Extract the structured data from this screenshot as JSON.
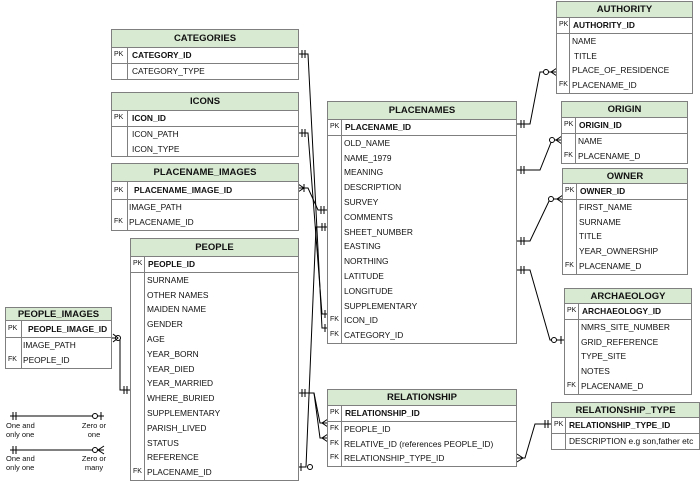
{
  "entities": {
    "categories": {
      "title": "CATEGORIES",
      "rows": [
        {
          "key": "PK",
          "field": "CATEGORY_ID",
          "pk": true
        },
        {
          "key": "",
          "field": "CATEGORY_TYPE"
        }
      ]
    },
    "icons": {
      "title": "ICONS",
      "rows": [
        {
          "key": "PK",
          "field": "ICON_ID",
          "pk": true
        },
        {
          "key": "",
          "field": "ICON_PATH"
        },
        {
          "key": "",
          "field": "ICON_TYPE"
        }
      ]
    },
    "placename_images": {
      "title": "PLACENAME_IMAGES",
      "rows": [
        {
          "key": "PK",
          "field": "PLACENAME_IMAGE_ID",
          "pk": true
        },
        {
          "key": "",
          "field": "IMAGE_PATH"
        },
        {
          "key": "FK",
          "field": "PLACENAME_ID"
        }
      ]
    },
    "people": {
      "title": "PEOPLE",
      "rows": [
        {
          "key": "PK",
          "field": "PEOPLE_ID",
          "pk": true
        },
        {
          "key": "",
          "field": "SURNAME"
        },
        {
          "key": "",
          "field": "OTHER NAMES"
        },
        {
          "key": "",
          "field": "MAIDEN NAME"
        },
        {
          "key": "",
          "field": "GENDER"
        },
        {
          "key": "",
          "field": "AGE"
        },
        {
          "key": "",
          "field": "YEAR_BORN"
        },
        {
          "key": "",
          "field": "YEAR_DIED"
        },
        {
          "key": "",
          "field": "YEAR_MARRIED"
        },
        {
          "key": "",
          "field": "WHERE_BURIED"
        },
        {
          "key": "",
          "field": "SUPPLEMENTARY"
        },
        {
          "key": "",
          "field": "PARISH_LIVED"
        },
        {
          "key": "",
          "field": "STATUS"
        },
        {
          "key": "",
          "field": "REFERENCE"
        },
        {
          "key": "FK",
          "field": "PLACENAME_ID"
        }
      ]
    },
    "people_images": {
      "title": "PEOPLE_IMAGES",
      "rows": [
        {
          "key": "PK",
          "field": "PEOPLE_IMAGE_ID",
          "pk": true
        },
        {
          "key": "",
          "field": "IMAGE_PATH"
        },
        {
          "key": "FK",
          "field": "PEOPLE_ID"
        }
      ]
    },
    "placenames": {
      "title": "PLACENAMES",
      "rows": [
        {
          "key": "PK",
          "field": "PLACENAME_ID",
          "pk": true
        },
        {
          "key": "",
          "field": "OLD_NAME"
        },
        {
          "key": "",
          "field": "NAME_1979"
        },
        {
          "key": "",
          "field": "MEANING"
        },
        {
          "key": "",
          "field": "DESCRIPTION"
        },
        {
          "key": "",
          "field": "SURVEY"
        },
        {
          "key": "",
          "field": "COMMENTS"
        },
        {
          "key": "",
          "field": "SHEET_NUMBER"
        },
        {
          "key": "",
          "field": "EASTING"
        },
        {
          "key": "",
          "field": "NORTHING"
        },
        {
          "key": "",
          "field": "LATITUDE"
        },
        {
          "key": "",
          "field": "LONGITUDE"
        },
        {
          "key": "",
          "field": "SUPPLEMENTARY"
        },
        {
          "key": "FK",
          "field": "ICON_ID"
        },
        {
          "key": "FK",
          "field": "CATEGORY_ID"
        }
      ]
    },
    "relationship": {
      "title": "RELATIONSHIP",
      "rows": [
        {
          "key": "PK",
          "field": "RELATIONSHIP_ID",
          "pk": true
        },
        {
          "key": "FK",
          "field": "PEOPLE_ID"
        },
        {
          "key": "FK",
          "field": "RELATIVE_ID (references PEOPLE_ID)"
        },
        {
          "key": "FK",
          "field": "RELATIONSHIP_TYPE_ID"
        }
      ]
    },
    "relationship_type": {
      "title": "RELATIONSHIP_TYPE",
      "rows": [
        {
          "key": "PK",
          "field": "RELATIONSHIP_TYPE_ID",
          "pk": true
        },
        {
          "key": "",
          "field": "DESCRIPTION e.g son,father etc"
        }
      ]
    },
    "authority": {
      "title": "AUTHORITY",
      "rows": [
        {
          "key": "PK",
          "field": "AUTHORITY_ID",
          "pk": true
        },
        {
          "key": "",
          "field": "NAME"
        },
        {
          "key": "",
          "field": "TITLE"
        },
        {
          "key": "",
          "field": "PLACE_OF_RESIDENCE"
        },
        {
          "key": "FK",
          "field": "PLACENAME_ID"
        }
      ]
    },
    "origin": {
      "title": "ORIGIN",
      "rows": [
        {
          "key": "PK",
          "field": "ORIGIN_ID",
          "pk": true
        },
        {
          "key": "",
          "field": "NAME"
        },
        {
          "key": "FK",
          "field": "PLACENAME_D"
        }
      ]
    },
    "owner": {
      "title": "OWNER",
      "rows": [
        {
          "key": "PK",
          "field": "OWNER_ID",
          "pk": true
        },
        {
          "key": "",
          "field": "FIRST_NAME"
        },
        {
          "key": "",
          "field": "SURNAME"
        },
        {
          "key": "",
          "field": "TITLE"
        },
        {
          "key": "",
          "field": "YEAR_OWNERSHIP"
        },
        {
          "key": "FK",
          "field": "PLACENAME_D"
        }
      ]
    },
    "archaeology": {
      "title": "ARCHAEOLOGY",
      "rows": [
        {
          "key": "PK",
          "field": "ARCHAEOLOGY_ID",
          "pk": true
        },
        {
          "key": "",
          "field": "NMRS_SITE_NUMBER"
        },
        {
          "key": "",
          "field": "GRID_REFERENCE"
        },
        {
          "key": "",
          "field": "TYPE_SITE"
        },
        {
          "key": "",
          "field": "NOTES"
        },
        {
          "key": "FK",
          "field": "PLACENAME_D"
        }
      ]
    }
  },
  "legend": {
    "one_and_only_one": "One and only one",
    "zero_or_one": "Zero or one",
    "one_and_only_one_2": "One and only one",
    "zero_or_many": "Zero or many"
  }
}
